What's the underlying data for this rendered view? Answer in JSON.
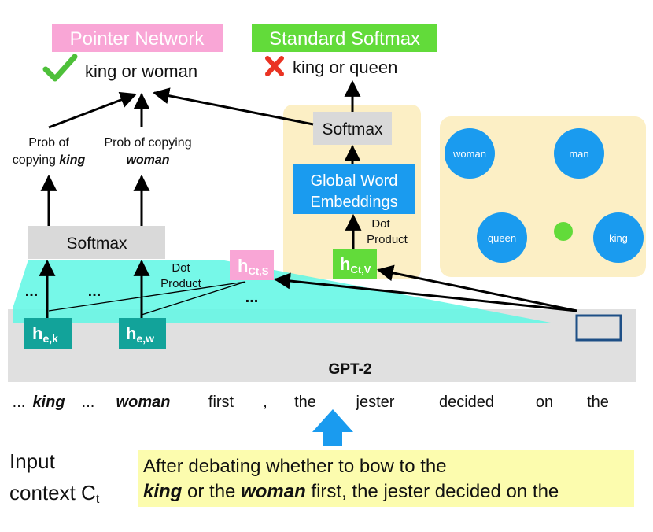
{
  "labels": {
    "pointer_network": "Pointer Network",
    "standard_softmax": "Standard Softmax",
    "pointer_result": "king or woman",
    "softmax_result": "king or queen",
    "prob_copy_line1": "Prob of",
    "prob_copy_king_prefix": "copying",
    "prob_copy_king_word": "king",
    "prob_copy_woman_line1": "Prob of copying",
    "prob_copy_woman_word": "woman",
    "softmax_left": "Softmax",
    "softmax_right": "Softmax",
    "global_line1": "Global Word",
    "global_line2": "Embeddings",
    "dot_product_right_1": "Dot",
    "dot_product_right_2": "Product",
    "dot_product_left_1": "Dot",
    "dot_product_left_2": "Product",
    "ellipsis": "...",
    "h_ct_s_base": "h",
    "h_ct_s_sub": "Ct,S",
    "h_ct_v_base": "h",
    "h_ct_v_sub": "Ct,V",
    "h_ek_base": "h",
    "h_ek_sub": "e,k",
    "h_ew_base": "h",
    "h_ew_sub": "e,w",
    "gpt2": "GPT-2"
  },
  "embedding_space": {
    "woman": "woman",
    "man": "man",
    "queen": "queen",
    "king": "king"
  },
  "tokens": [
    {
      "text": "...",
      "style": "plain"
    },
    {
      "text": "king",
      "style": "bold-italic"
    },
    {
      "text": "...",
      "style": "plain"
    },
    {
      "text": "woman",
      "style": "bold-italic"
    },
    {
      "text": "first",
      "style": "plain"
    },
    {
      "text": ",",
      "style": "plain"
    },
    {
      "text": "the",
      "style": "plain"
    },
    {
      "text": "jester",
      "style": "plain"
    },
    {
      "text": "decided",
      "style": "plain"
    },
    {
      "text": "on",
      "style": "plain"
    },
    {
      "text": "the",
      "style": "plain"
    }
  ],
  "input_context": {
    "label_line1": "Input",
    "label_line2": "context C",
    "label_sub": "t",
    "line1": "After debating whether to bow to the",
    "line2_word1": "king",
    "line2_mid": " or the ",
    "line2_word2": "woman",
    "line2_end": " first, the jester decided on the"
  },
  "colors": {
    "pink": "#f9a6d6",
    "green": "#62db3a",
    "blue": "#1a9bef",
    "teal": "#12a39a",
    "cyan": "#5ef7e4",
    "tan": "#fcefc5",
    "gray": "#e0e0e0",
    "navy": "#1e4f86",
    "yellow": "#fcfcae",
    "check": "#4ec03a",
    "cross": "#ea3323"
  }
}
